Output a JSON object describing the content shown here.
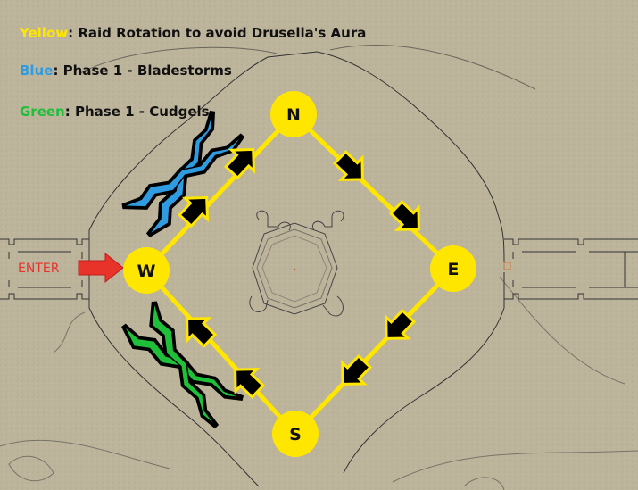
{
  "legend": {
    "yellow": {
      "key": "Yellow",
      "text": ": Raid Rotation to avoid Drusella's Aura",
      "color": "#ffe600"
    },
    "blue": {
      "key": "Blue",
      "text": ": Phase 1 - Bladestorms",
      "color": "#2f9be0"
    },
    "green": {
      "key": "Green",
      "text": ": Phase 1 - Cudgels",
      "color": "#1fbf3a"
    }
  },
  "nodes": {
    "north": "N",
    "east": "E",
    "south": "S",
    "west": "W"
  },
  "entrance": {
    "label": "ENTER",
    "color": "#e8332b"
  },
  "colors": {
    "map_background": "#bdb49c",
    "rotation_path": "#ffe600",
    "direction_arrow": "#000000",
    "entrance_arrow": "#e8332b"
  },
  "icons": {
    "rotation_arrow": "arrow-icon",
    "bladestorm_marker": "crossed-blades-icon",
    "cudgel_marker": "crossed-cudgels-icon"
  }
}
